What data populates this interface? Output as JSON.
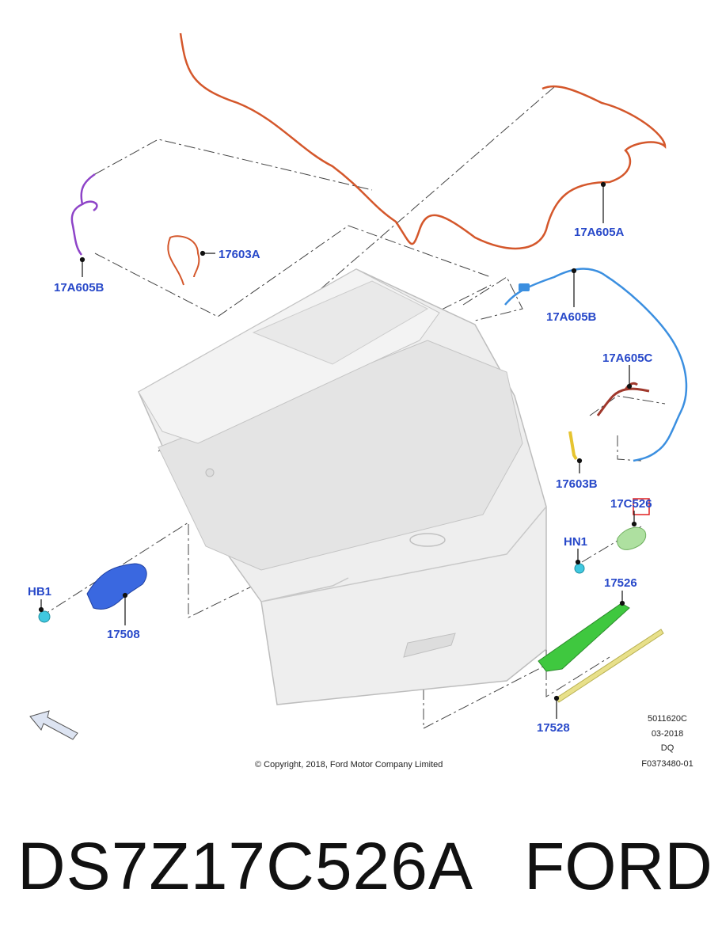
{
  "diagram": {
    "labels": {
      "l_17a605a": "17A605A",
      "l_17603a": "17603A",
      "l_17a605b_left": "17A605B",
      "l_17a605b_right": "17A605B",
      "l_17a605c": "17A605C",
      "l_17603b": "17603B",
      "l_17c526": "17C526",
      "l_hn1": "HN1",
      "l_17526": "17526",
      "l_hb1": "HB1",
      "l_17508": "17508",
      "l_17528": "17528"
    },
    "copyright": "© Copyright, 2018, Ford Motor Company Limited",
    "meta": {
      "code": "5011620C",
      "date": "03-2018",
      "initials": "DQ",
      "figure_id": "F0373480-01"
    },
    "colors": {
      "callout": "#2748c9",
      "wire_orange": "#d4572b",
      "wire_blue": "#3b8fe0",
      "wire_purple": "#8e44c8",
      "part_green": "#3fc83f",
      "part_yellow": "#e8e08a",
      "part_blue": "#3a68e0",
      "highlight": "#e02020"
    }
  },
  "footer": {
    "part_number": "DS7Z17C526A",
    "brand": "FORD"
  }
}
